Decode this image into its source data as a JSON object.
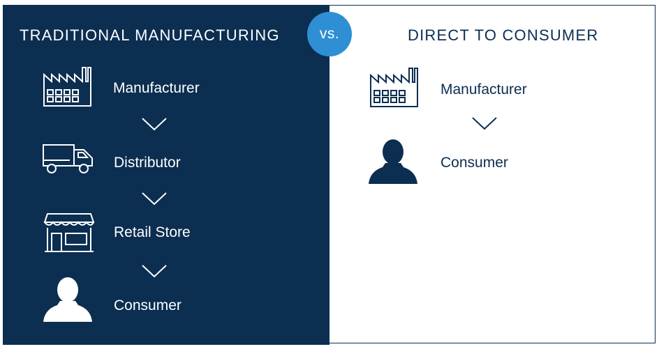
{
  "traditional": {
    "heading": "TRADITIONAL MANUFACTURING",
    "steps": [
      {
        "label": "Manufacturer",
        "icon": "factory-icon"
      },
      {
        "label": "Distributor",
        "icon": "truck-icon"
      },
      {
        "label": "Retail Store",
        "icon": "store-icon"
      },
      {
        "label": "Consumer",
        "icon": "person-icon"
      }
    ]
  },
  "direct": {
    "heading": "DIRECT TO CONSUMER",
    "steps": [
      {
        "label": "Manufacturer",
        "icon": "factory-icon"
      },
      {
        "label": "Consumer",
        "icon": "person-icon"
      }
    ]
  },
  "versus": {
    "label": "vs."
  },
  "colors": {
    "navy": "#0b2e51",
    "accent": "#2e8fd4",
    "white": "#ffffff"
  }
}
